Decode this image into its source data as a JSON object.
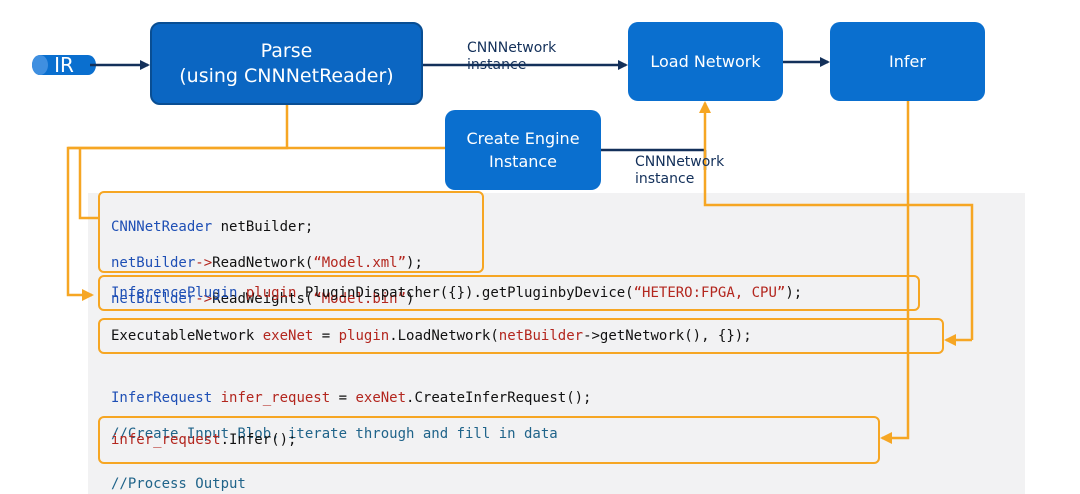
{
  "nodes": {
    "ir": "IR",
    "parse_line1": "Parse",
    "parse_line2": "(using CNNNetReader)",
    "load": "Load Network",
    "infer": "Infer",
    "engine_line1": "Create Engine",
    "engine_line2": "Instance"
  },
  "labels": {
    "cnnnetwork_top_1": "CNNNetwork",
    "cnnnetwork_top_2": "instance",
    "cnnnetwork_mid_1": "CNNNetwork",
    "cnnnetwork_mid_2": "instance"
  },
  "code": {
    "block1": {
      "l1_type": "CNNNetReader",
      "l1_rest": " netBuilder;",
      "l2_obj": "netBuilder",
      "l2_arrow": "->",
      "l2_fn": "ReadNetwork(",
      "l2_str": "“Model.xml”",
      "l2_end": ");",
      "l3_obj": "netBuilder",
      "l3_arrow": "->",
      "l3_fn": "ReadWeights(",
      "l3_str": "“Model.bin”",
      "l3_end": ")"
    },
    "block2": {
      "type": "InferencePlugin",
      "var": " plugin",
      "rest": " PluginDispatcher({}).getPluginbyDevice(",
      "str": "“HETERO:FPGA, CPU”",
      "end": ");"
    },
    "block3": {
      "type": "ExecutableNetwork",
      "var": " exeNet",
      "eq": " = ",
      "obj": "plugin",
      "mid": ".LoadNetwork(",
      "obj2": "netBuilder",
      "tail": "->getNetwork(), {});"
    },
    "block4": {
      "type": "InferRequest",
      "var": " infer_request",
      "eq": " = ",
      "obj": "exeNet",
      "rest": ".CreateInferRequest();",
      "comment": "//Create Input Blob, iterate through and fill in data"
    },
    "block5": {
      "obj": "infer_request",
      "rest": ".Infer();"
    },
    "block6": {
      "comment": "//Process Output"
    }
  },
  "colors": {
    "box_blue": "#0a6fcf",
    "highlight_orange": "#f6a623",
    "arrow_navy": "#13305a",
    "code_bg": "#f2f2f3"
  }
}
